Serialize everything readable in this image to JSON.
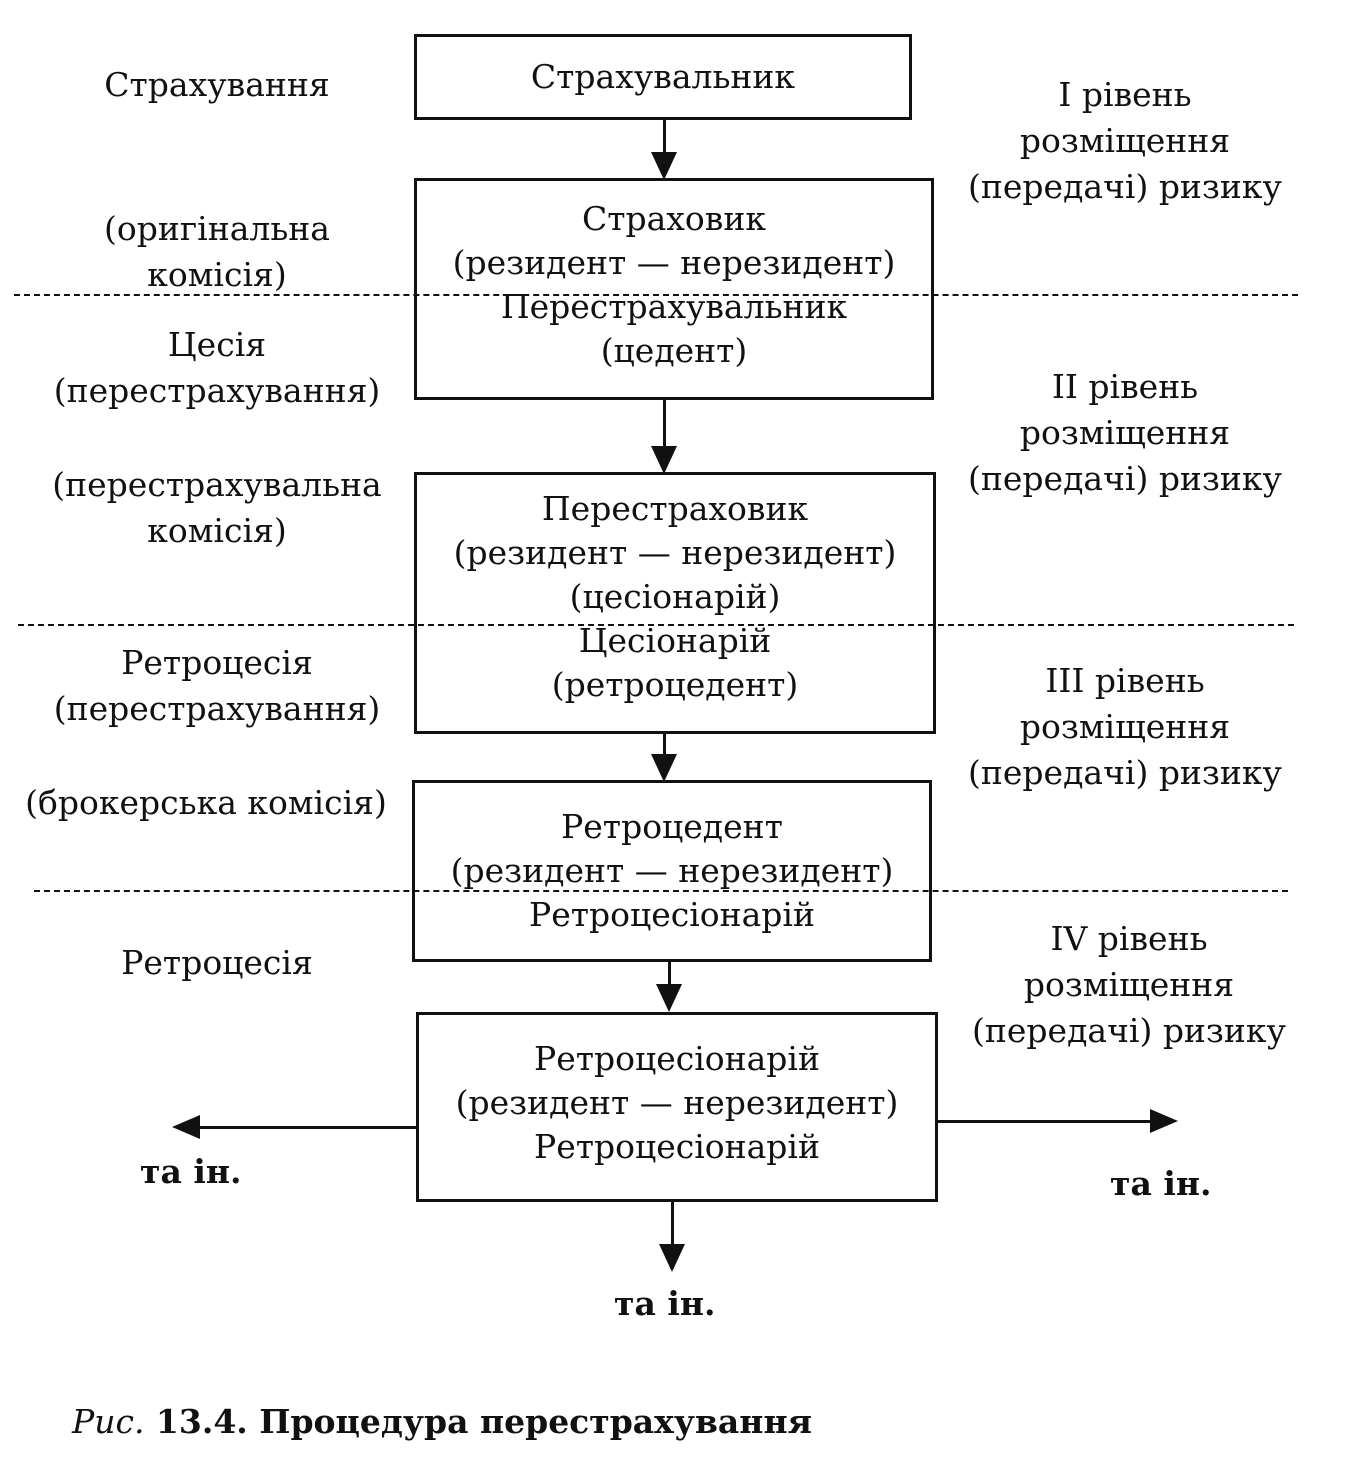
{
  "boxes": {
    "insured": [
      "Страхувальник"
    ],
    "insurer": [
      "Страховик",
      "(резидент — нерезидент)",
      "Перестрахувальник",
      "(цедент)"
    ],
    "reinsurer": [
      "Перестраховик",
      "(резидент — нерезидент)",
      "(цесіонарій)",
      "Цесіонарій",
      "(ретроцедент)"
    ],
    "retrocedent": [
      "Ретроцедент",
      "(резидент — нерезидент)",
      "Ретроцесіонарій"
    ],
    "retrocessionaire": [
      "Ретроцесіонарій",
      "(резидент — нерезидент)",
      "Ретроцесіонарій"
    ]
  },
  "left_labels": {
    "insurance": [
      "Страхування"
    ],
    "original_commission": [
      "(оригінальна",
      "комісія)"
    ],
    "cession": [
      "Цесія",
      "(перестрахування)"
    ],
    "reinsurance_commission": [
      "(перестрахувальна",
      "комісія)"
    ],
    "retrocession1": [
      "Ретроцесія",
      "(перестрахування)"
    ],
    "broker_commission": [
      "(брокерська комісія)"
    ],
    "retrocession2": [
      "Ретроцесія"
    ]
  },
  "right_labels": {
    "level1": [
      "І рівень",
      "розміщення",
      "(передачі) ризику"
    ],
    "level2": [
      "ІІ рівень",
      "розміщення",
      "(передачі) ризику"
    ],
    "level3": [
      "ІІІ рівень",
      "розміщення",
      "(передачі) ризику"
    ],
    "level4": [
      "ІV рівень",
      "розміщення",
      "(передачі) ризику"
    ]
  },
  "etc": {
    "left": "та ін.",
    "right": "та ін.",
    "bottom": "та ін."
  },
  "caption": {
    "prefix": "Рис.",
    "text": " 13.4. Процедура перестрахування"
  }
}
